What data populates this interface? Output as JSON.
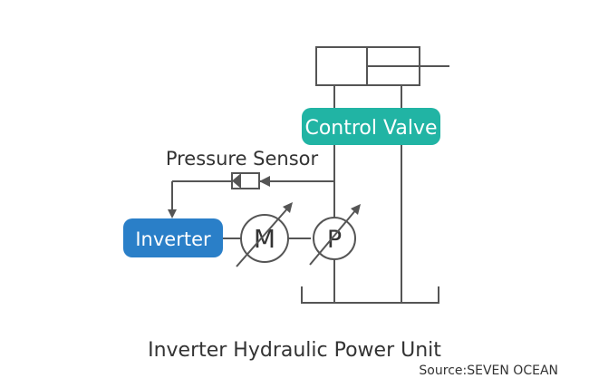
{
  "diagram": {
    "control_valve_label": "Control Valve",
    "pressure_sensor_label": "Pressure Sensor",
    "inverter_label": "Inverter",
    "motor_symbol": "M",
    "pump_symbol": "P",
    "title": "Inverter Hydraulic Power Unit",
    "source": "Source:SEVEN OCEAN"
  },
  "colors": {
    "control_valve_fill": "#21b4a4",
    "inverter_fill": "#2a7fc8",
    "line": "#555555",
    "text": "#333333"
  }
}
